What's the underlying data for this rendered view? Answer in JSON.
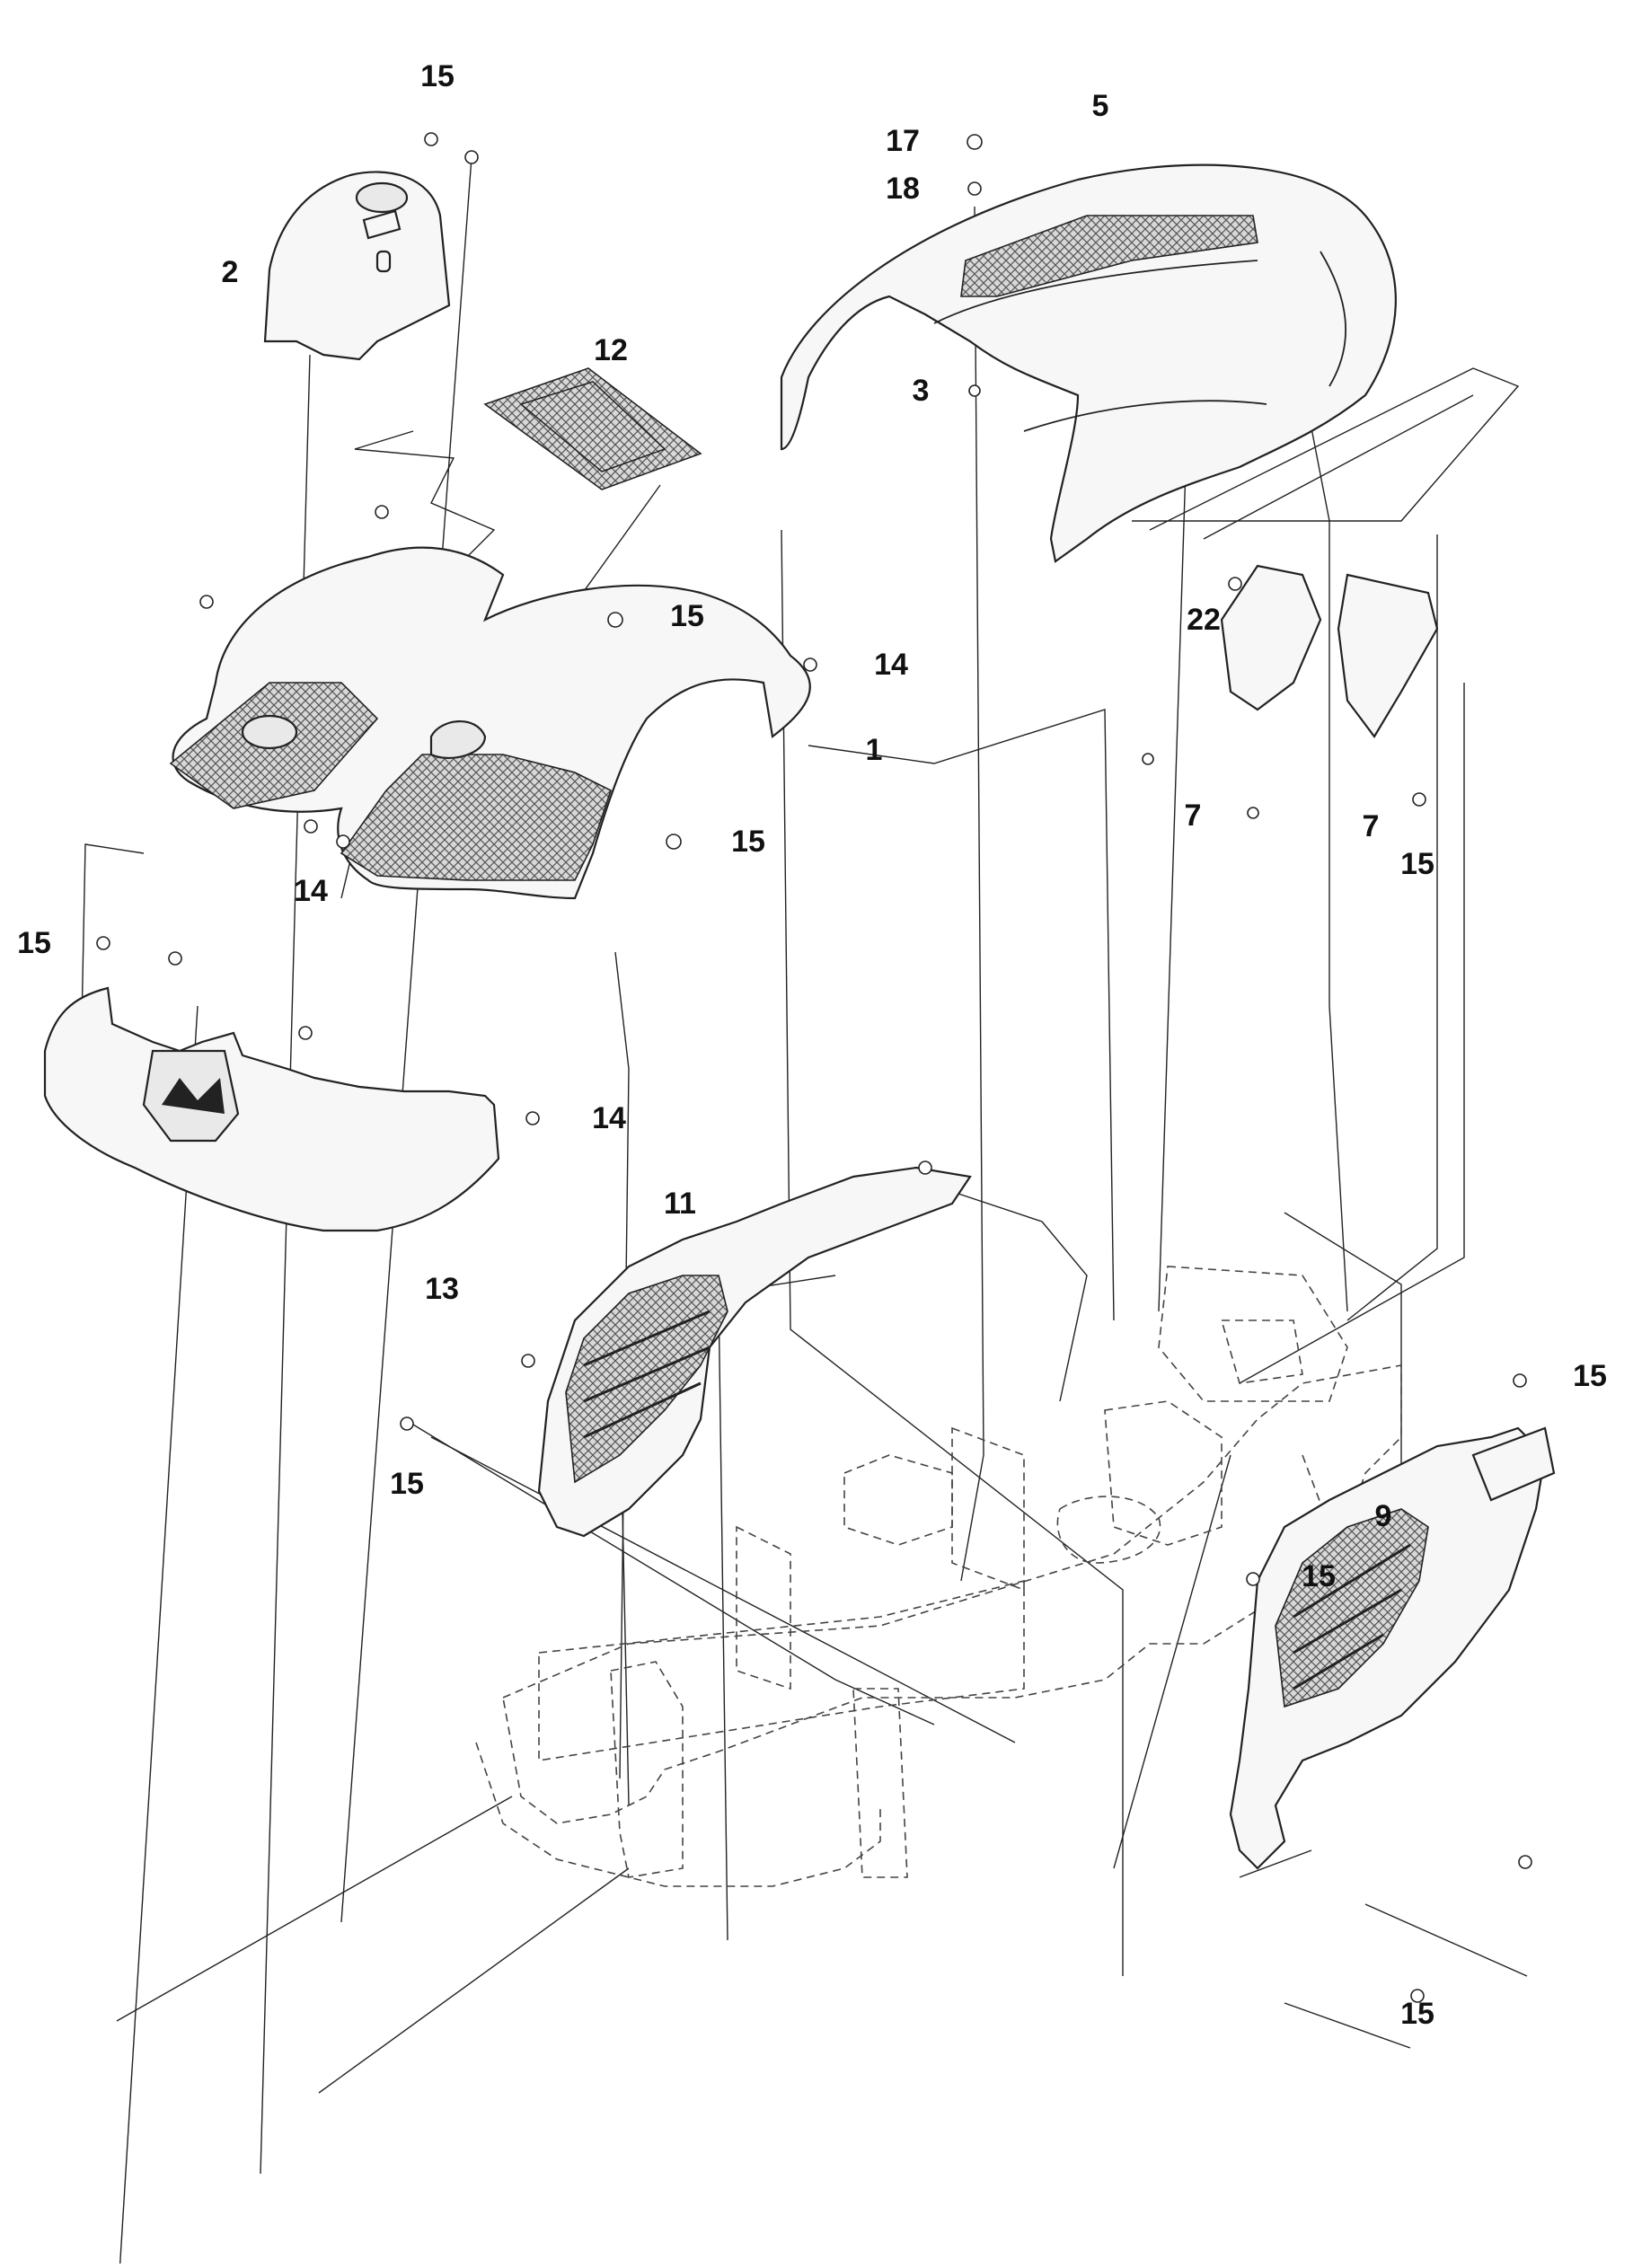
{
  "diagram": {
    "callouts": [
      "15",
      "2",
      "12",
      "17",
      "18",
      "5",
      "3",
      "22",
      "15",
      "14",
      "1",
      "15",
      "14",
      "7",
      "7",
      "15",
      "15",
      "14",
      "13",
      "11",
      "15",
      "15",
      "9",
      "15",
      "15"
    ]
  }
}
